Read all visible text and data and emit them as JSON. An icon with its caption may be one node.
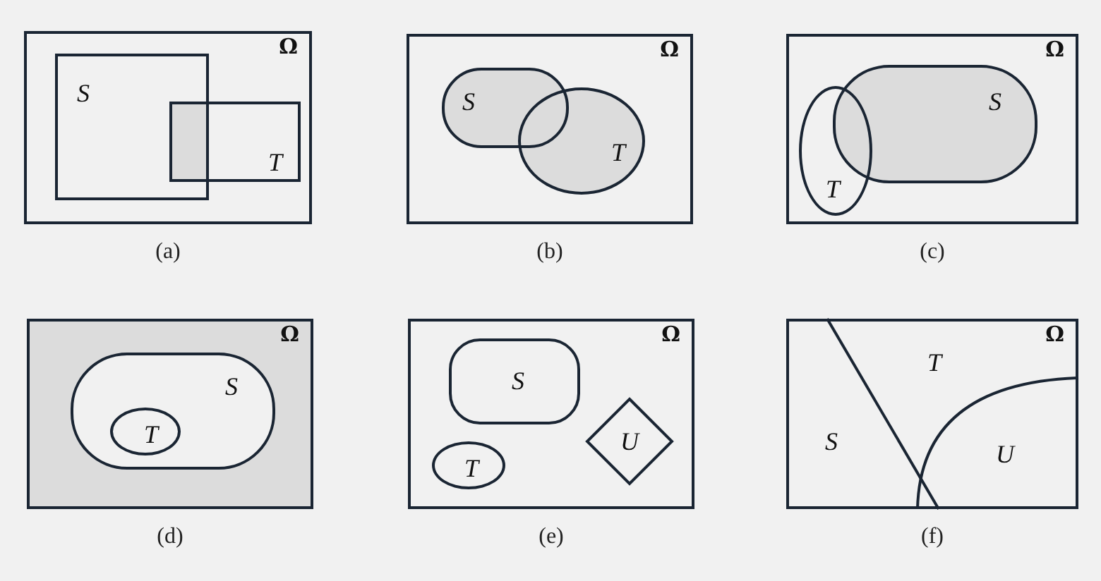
{
  "diagram": {
    "nodes": [
      {
        "text": [
          "Ω"
        ],
        "beside": [
          "(a)"
        ]
      },
      {
        "text": [
          "S"
        ],
        "in": 0
      },
      {
        "text": [
          "T"
        ],
        "in": 0
      },
      {
        "text": [
          "Ω"
        ],
        "beside": [
          "(b)"
        ]
      },
      {
        "text": [
          "S"
        ],
        "in": 3
      },
      {
        "text": [
          "T"
        ],
        "in": 3
      },
      {
        "text": [
          "Ω"
        ],
        "beside": [
          "(c)"
        ]
      },
      {
        "text": [
          "S"
        ],
        "in": 6
      },
      {
        "text": [
          "T"
        ],
        "in": 6
      },
      {
        "text": [
          "Ω"
        ],
        "beside": [
          "(d)"
        ]
      },
      {
        "text": [
          "S"
        ],
        "in": 9
      },
      {
        "text": [
          "T"
        ],
        "in": 10
      },
      {
        "text": [
          "Ω"
        ],
        "beside": [
          "(e)"
        ]
      },
      {
        "text": [
          "S"
        ],
        "in": 12
      },
      {
        "text": [
          "U"
        ],
        "in": 12
      },
      {
        "text": [
          "T"
        ],
        "in": 12
      },
      {
        "text": [
          "Ω"
        ],
        "beside": [
          "(f)"
        ]
      },
      {
        "text": [
          "T"
        ],
        "in": 16
      },
      {
        "text": [
          "S"
        ],
        "in": 16
      },
      {
        "text": [
          "U"
        ],
        "in": 16
      }
    ]
  }
}
